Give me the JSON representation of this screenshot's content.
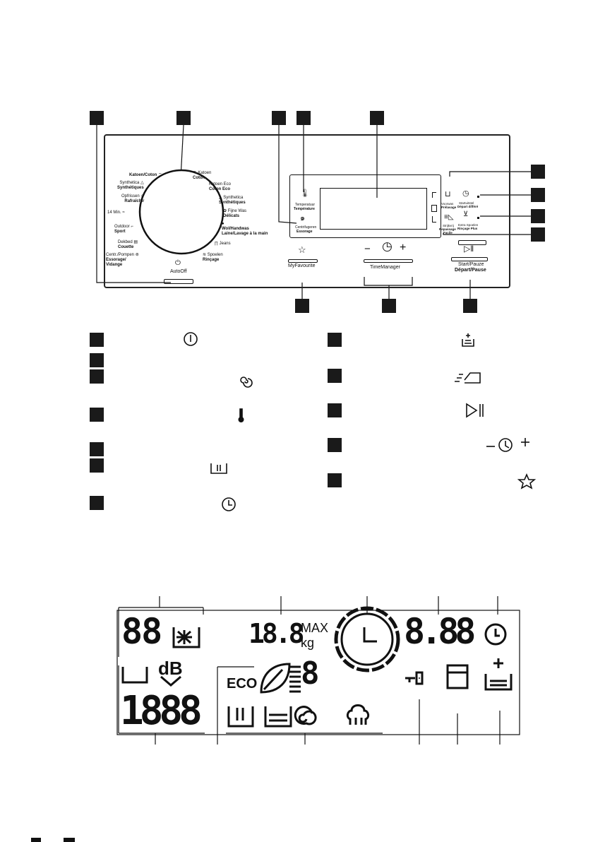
{
  "panel": {
    "programmes_left": [
      {
        "line1": "Katoen/Coton",
        "line2": ""
      },
      {
        "line1": "Synthetica",
        "line2": "Synthétiques"
      },
      {
        "line1": "Opfrissen",
        "line2": "Rafraîchir"
      },
      {
        "line1": "14 Min.",
        "line2": ""
      },
      {
        "line1": "Outdoor",
        "line2": "Sport"
      },
      {
        "line1": "Dekbed",
        "line2": "Couette"
      },
      {
        "line1": "Centr./Pompen",
        "line2": "Essorage/"
      },
      {
        "line1": "",
        "line2": "Vidange"
      }
    ],
    "programmes_right": [
      {
        "line1": "Katoen",
        "line2": "Coton"
      },
      {
        "line1": "Katoen Eco",
        "line2": "Coton Eco"
      },
      {
        "line1": "Synthetica",
        "line2": "Synthétiques"
      },
      {
        "line1": "Fijne Was",
        "line2": "Délicats"
      },
      {
        "line1": "Wol/Handwas",
        "line2": "Laine/Lavage à la main"
      },
      {
        "line1": "Jeans",
        "line2": ""
      },
      {
        "line1": "Spoelen",
        "line2": "Rinçage"
      }
    ],
    "autooff_label": "AutoOff",
    "temperature_label_1": "Temperatuur",
    "temperature_label_2": "Température",
    "spin_label_1": "Centrifugeren",
    "spin_label_2": "Essorage",
    "prewash_label_1": "Voorwas",
    "prewash_label_2": "Prélavage",
    "delay_label_1": "Startuitstel",
    "delay_label_2": "Départ différé",
    "steam_label_1": "Strijkvrij",
    "steam_label_2": "Repassage",
    "steam_label_3": "Facile",
    "extrarinse_label_1": "Extra Spoelen",
    "extrarinse_label_2": "Rinçage Plus",
    "myfavourite_label": "MyFavourite",
    "timemanager_label": "TimeManager",
    "timemanager_minus": "−",
    "timemanager_plus": "+",
    "start_label_1": "Start/Pauze",
    "start_label_2": "Départ/Pause"
  },
  "display": {
    "left_top_digits": "88",
    "weight_digits": "18.8",
    "max_label": "MAX",
    "kg_label": "kg",
    "time_digits": "8.88",
    "db_label": "dB",
    "eco_label": "ECO",
    "eco_digit": "8",
    "left_bottom_digits": "1888"
  },
  "colors": {
    "ink": "#111111",
    "marker": "#1a1a1a"
  }
}
